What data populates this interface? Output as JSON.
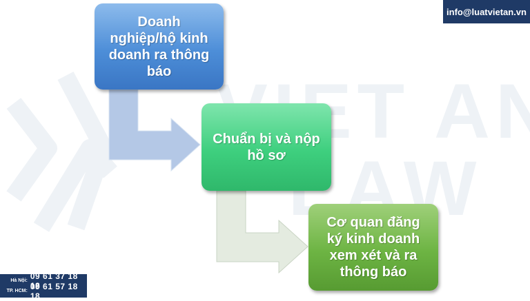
{
  "watermark": {
    "line1": "VIET AN",
    "line2": "LAW"
  },
  "header": {
    "email": "info@luatvietan.vn"
  },
  "steps": [
    {
      "label": "Doanh nghiệp/hộ kinh doanh ra thông báo"
    },
    {
      "label": "Chuẩn bị và nộp hồ sơ"
    },
    {
      "label": "Cơ quan đăng ký kinh doanh xem xét và ra thông báo"
    }
  ],
  "contacts": [
    {
      "city": "Hà Nội:",
      "phone": "09 61 37 18 18"
    },
    {
      "city": "TP. HCM:",
      "phone": "09 61 57 18 18"
    }
  ],
  "colors": {
    "step1": "#4d8ed8",
    "step2": "#3ecf7e",
    "step3": "#6db443",
    "arrow1": "#b4c8e6",
    "arrow2": "#e4ebe0",
    "brand": "#1f3a66"
  }
}
